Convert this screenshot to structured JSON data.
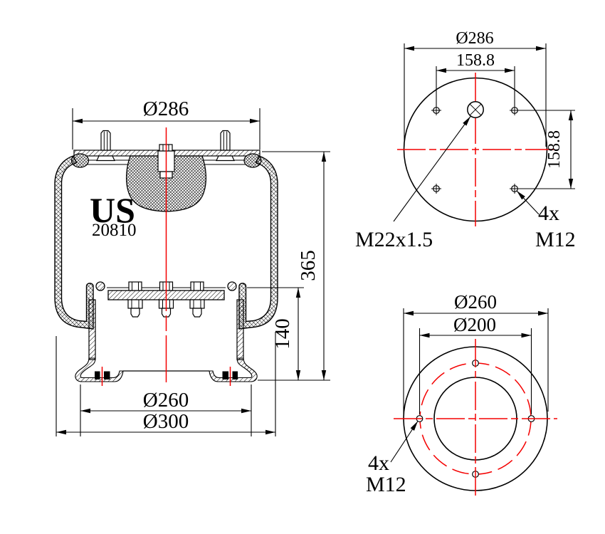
{
  "drawing": {
    "background": "#ffffff",
    "line_color": "#000000",
    "centerline_color": "#f40000",
    "brand_mark": {
      "name": "US",
      "number": "20810"
    },
    "side_view": {
      "labels": {
        "top_plate_diameter": "Ø286",
        "overall_height": "365",
        "piston_height": "140",
        "piston_diameter": "Ø260",
        "base_diameter": "Ø300"
      }
    },
    "top_view": {
      "labels": {
        "plate_diameter": "Ø286",
        "stud_spacing_horizontal": "158.8",
        "stud_spacing_vertical": "158.8",
        "air_port_thread": "M22x1.5",
        "stud_count": "4x",
        "stud_thread": "M12"
      }
    },
    "bottom_view": {
      "labels": {
        "piston_diameter": "Ø260",
        "bolt_circle_diameter": "Ø200",
        "bolt_count": "4x",
        "bolt_thread": "M12"
      }
    }
  }
}
